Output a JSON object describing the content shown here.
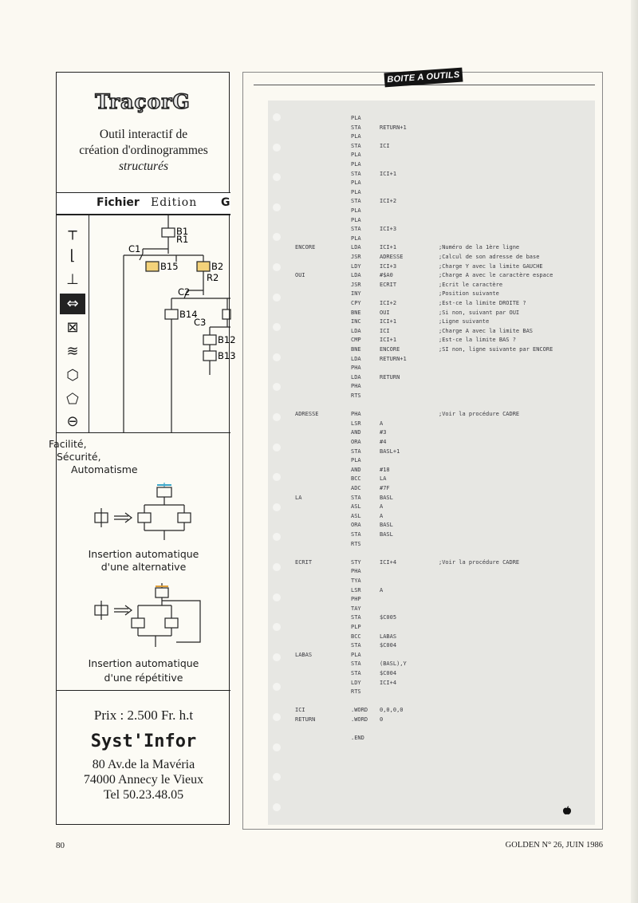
{
  "ad": {
    "logo": "TraçorG",
    "subtitle_line1": "Outil interactif de",
    "subtitle_line2": "création d'ordinogrammes",
    "subtitle_line3": "structurés",
    "menu": {
      "apple": "",
      "item1": "Fichier",
      "item2": "Edition",
      "item3": "G"
    },
    "tools": [
      "┬",
      "⌊",
      "⊥",
      "⇔",
      "⊠",
      "≋",
      "⬡",
      "⬠",
      "⊖"
    ],
    "diagram_labels": {
      "b1": "B1",
      "r1": "R1",
      "c1": "C1",
      "b15": "B15",
      "b2": "B2",
      "r2": "R2",
      "c2": "C2",
      "b14": "B14",
      "c3": "C3",
      "b12": "B12",
      "b13": "B13"
    },
    "features": [
      "Facilité,",
      "Sécurité,",
      "Automatisme"
    ],
    "insert_alt": [
      "Insertion automatique",
      "d'une alternative"
    ],
    "insert_rep": [
      "Insertion automatique",
      "d'une répétitive"
    ],
    "price": "Prix : 2.500 Fr. h.t",
    "brand": "Syst'Infor",
    "address": [
      "80 Av.de la Mavéria",
      "74000 Annecy le Vieux",
      "Tel 50.23.48.05"
    ]
  },
  "section_tag": "BOITE A OUTILS",
  "code": [
    [
      "",
      "PLA",
      "",
      ""
    ],
    [
      "",
      "STA",
      "RETURN+1",
      ""
    ],
    [
      "",
      "PLA",
      "",
      ""
    ],
    [
      "",
      "STA",
      "ICI",
      ""
    ],
    [
      "",
      "PLA",
      "",
      ""
    ],
    [
      "",
      "PLA",
      "",
      ""
    ],
    [
      "",
      "STA",
      "ICI+1",
      ""
    ],
    [
      "",
      "PLA",
      "",
      ""
    ],
    [
      "",
      "PLA",
      "",
      ""
    ],
    [
      "",
      "STA",
      "ICI+2",
      ""
    ],
    [
      "",
      "PLA",
      "",
      ""
    ],
    [
      "",
      "PLA",
      "",
      ""
    ],
    [
      "",
      "STA",
      "ICI+3",
      ""
    ],
    [
      "",
      "PLA",
      "",
      ""
    ],
    [
      "ENCORE",
      "LDA",
      "ICI+1",
      ";Numéro de la 1ère ligne"
    ],
    [
      "",
      "JSR",
      "ADRESSE",
      ";Calcul de son adresse de base"
    ],
    [
      "",
      "LDY",
      "ICI+3",
      ";Charge Y avec la limite GAUCHE"
    ],
    [
      "OUI",
      "LDA",
      "#$A0",
      ";Charge A avec le caractère espace"
    ],
    [
      "",
      "JSR",
      "ECRIT",
      ";Ecrit le caractère"
    ],
    [
      "",
      "INY",
      "",
      ";Position suivante"
    ],
    [
      "",
      "CPY",
      "ICI+2",
      ";Est-ce la limite DROITE ?"
    ],
    [
      "",
      "BNE",
      "OUI",
      ";Si non, suivant par OUI"
    ],
    [
      "",
      "INC",
      "ICI+1",
      ";Ligne suivante"
    ],
    [
      "",
      "LDA",
      "ICI",
      ";Charge A avec la limite BAS"
    ],
    [
      "",
      "CMP",
      "ICI+1",
      ";Est-ce la limite BAS ?"
    ],
    [
      "",
      "BNE",
      "ENCORE",
      ";SI non, ligne suivante par ENCORE"
    ],
    [
      "",
      "LDA",
      "RETURN+1",
      ""
    ],
    [
      "",
      "PHA",
      "",
      ""
    ],
    [
      "",
      "LDA",
      "RETURN",
      ""
    ],
    [
      "",
      "PHA",
      "",
      ""
    ],
    [
      "",
      "RTS",
      "",
      ""
    ],
    [
      "",
      "",
      "",
      ""
    ],
    [
      "ADRESSE",
      "PHA",
      "",
      ";Voir la procédure CADRE"
    ],
    [
      "",
      "LSR",
      "A",
      ""
    ],
    [
      "",
      "AND",
      "#3",
      ""
    ],
    [
      "",
      "ORA",
      "#4",
      ""
    ],
    [
      "",
      "STA",
      "BASL+1",
      ""
    ],
    [
      "",
      "PLA",
      "",
      ""
    ],
    [
      "",
      "AND",
      "#18",
      ""
    ],
    [
      "",
      "BCC",
      "LA",
      ""
    ],
    [
      "",
      "ADC",
      "#7F",
      ""
    ],
    [
      "LA",
      "STA",
      "BASL",
      ""
    ],
    [
      "",
      "ASL",
      "A",
      ""
    ],
    [
      "",
      "ASL",
      "A",
      ""
    ],
    [
      "",
      "ORA",
      "BASL",
      ""
    ],
    [
      "",
      "STA",
      "BASL",
      ""
    ],
    [
      "",
      "RTS",
      "",
      ""
    ],
    [
      "",
      "",
      "",
      ""
    ],
    [
      "ECRIT",
      "STY",
      "ICI+4",
      ";Voir la procédure CADRE"
    ],
    [
      "",
      "PHA",
      "",
      ""
    ],
    [
      "",
      "TYA",
      "",
      ""
    ],
    [
      "",
      "LSR",
      "A",
      ""
    ],
    [
      "",
      "PHP",
      "",
      ""
    ],
    [
      "",
      "TAY",
      "",
      ""
    ],
    [
      "",
      "STA",
      "$C005",
      ""
    ],
    [
      "",
      "PLP",
      "",
      ""
    ],
    [
      "",
      "BCC",
      "LABAS",
      ""
    ],
    [
      "",
      "STA",
      "$C004",
      ""
    ],
    [
      "LABAS",
      "PLA",
      "",
      ""
    ],
    [
      "",
      "STA",
      "(BASL),Y",
      ""
    ],
    [
      "",
      "STA",
      "$C004",
      ""
    ],
    [
      "",
      "LDY",
      "ICI+4",
      ""
    ],
    [
      "",
      "RTS",
      "",
      ""
    ],
    [
      "",
      "",
      "",
      ""
    ],
    [
      "ICI",
      ".WORD",
      "0,0,0,0",
      ""
    ],
    [
      "RETURN",
      ".WORD",
      "0",
      ""
    ],
    [
      "",
      "",
      "",
      ""
    ],
    [
      "",
      ".END",
      "",
      ""
    ]
  ],
  "footer": {
    "page": "80",
    "issue": "GOLDEN N° 26, JUIN 1986"
  }
}
